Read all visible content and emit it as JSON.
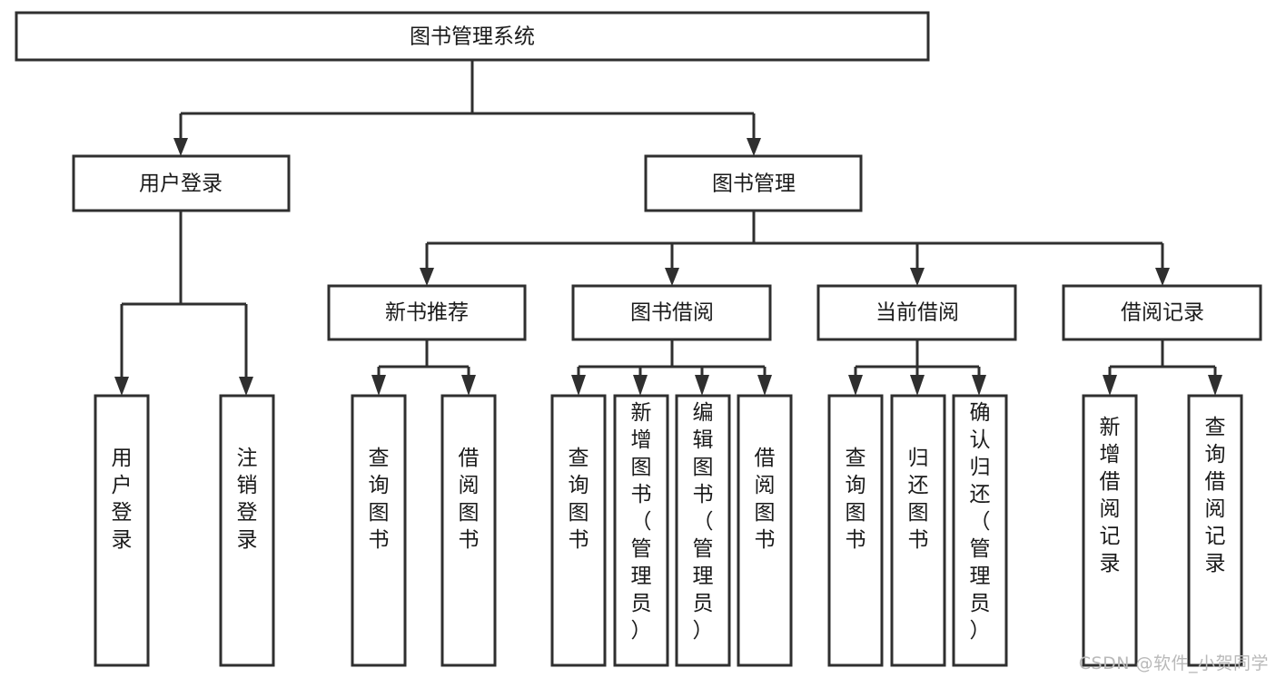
{
  "diagram": {
    "type": "tree-hierarchy-chart",
    "title": "图书管理系统",
    "watermark": "CSDN @软件_小贺同学",
    "levels": 4,
    "nodes": {
      "root": {
        "label": "图书管理系统",
        "level": 1
      },
      "level2": [
        {
          "id": "user-login",
          "label": "用户登录"
        },
        {
          "id": "book-management",
          "label": "图书管理"
        }
      ],
      "level3": [
        {
          "id": "new-book-recommend",
          "label": "新书推荐",
          "parent": "book-management"
        },
        {
          "id": "book-borrow",
          "label": "图书借阅",
          "parent": "book-management"
        },
        {
          "id": "current-borrow",
          "label": "当前借阅",
          "parent": "book-management"
        },
        {
          "id": "borrow-record",
          "label": "借阅记录",
          "parent": "book-management"
        }
      ],
      "leaves": [
        {
          "id": "leaf-user-login",
          "label": "用户登录",
          "parent": "user-login"
        },
        {
          "id": "leaf-logout-login",
          "label": "注销登录",
          "parent": "user-login"
        },
        {
          "id": "leaf-query-book-1",
          "label": "查询图书",
          "parent": "new-book-recommend"
        },
        {
          "id": "leaf-borrow-book-1",
          "label": "借阅图书",
          "parent": "new-book-recommend"
        },
        {
          "id": "leaf-query-book-2",
          "label": "查询图书",
          "parent": "book-borrow"
        },
        {
          "id": "leaf-add-book",
          "label": "新增图书（管理员）",
          "parent": "book-borrow"
        },
        {
          "id": "leaf-edit-book",
          "label": "编辑图书（管理员）",
          "parent": "book-borrow"
        },
        {
          "id": "leaf-borrow-book-2",
          "label": "借阅图书",
          "parent": "book-borrow"
        },
        {
          "id": "leaf-query-book-3",
          "label": "查询图书",
          "parent": "current-borrow"
        },
        {
          "id": "leaf-return-book",
          "label": "归还图书",
          "parent": "current-borrow"
        },
        {
          "id": "leaf-confirm-return",
          "label": "确认归还（管理员）",
          "parent": "current-borrow"
        },
        {
          "id": "leaf-add-record",
          "label": "新增借阅记录",
          "parent": "borrow-record"
        },
        {
          "id": "leaf-query-record",
          "label": "查询借阅记录",
          "parent": "borrow-record"
        }
      ]
    },
    "colors": {
      "box_stroke": "#2f2f2f",
      "box_fill": "#ffffff",
      "text": "#1a1a1a",
      "background": "#ffffff",
      "watermark": "#b9b9b9"
    }
  }
}
